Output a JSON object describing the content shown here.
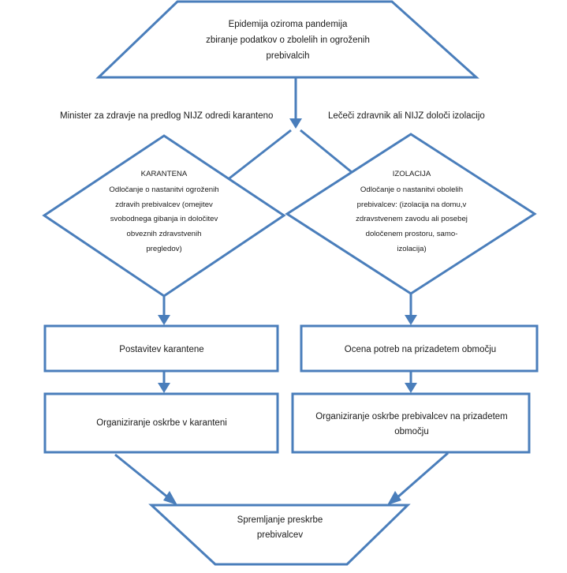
{
  "diagram": {
    "title_text": "Epidemija oziroma pandemija zbiranje podatkov o zbolelih in ogroženih prebivalcih",
    "accent_color": "#4A7EBB",
    "text_color": "#1a1a1a",
    "background_color": "#ffffff",
    "nodes": {
      "start_trapezoid": {
        "shape": "trapezoid",
        "text": "Epidemija oziroma pandemija\nzbiranje podatkov o zbolelih in ogroženih\nprebivalcih"
      },
      "diamond_quarantine": {
        "shape": "diamond",
        "title": "KARANTENA",
        "body": "Odločanje o nastanitvi ogroženih\nzdravih prebivalcev (omejitev\nsvobodnega gibanja in določitev\nobveznih zdravstvenih\npregledov)"
      },
      "diamond_isolation": {
        "shape": "diamond",
        "title": "IZOLACIJA",
        "body": "Odločanje o nastanitvi obolelih\nprebivalcev: (izolacija na domu,v\nzdravstvenem zavodu ali posebej\ndoločenem prostoru, samo-\nizolacija)"
      },
      "rect_left_1": {
        "shape": "rectangle",
        "text": "Postavitev karantene"
      },
      "rect_left_2": {
        "shape": "rectangle",
        "text": "Organiziranje oskrbe v karanteni"
      },
      "rect_right_1": {
        "shape": "rectangle",
        "text": "Ocena potreb na prizadetem območju"
      },
      "rect_right_2": {
        "shape": "rectangle",
        "text": "Organiziranje oskrbe prebivalcev na prizadetem\nobmočju"
      },
      "end_trapezoid": {
        "shape": "inverted-trapezoid",
        "text": "Spremljanje preskrbe\nprebivalcev"
      }
    },
    "edge_labels": {
      "left_branch": "Minister za zdravje na predlog NIJZ odredi karanteno",
      "right_branch": "Lečeči zdravnik ali NIJZ določi izolacijo"
    },
    "connectors": [
      {
        "name": "start-to-split",
        "from": "start_trapezoid",
        "to": "branch-point"
      },
      {
        "name": "split-to-quarantine",
        "from": "branch-point",
        "to": "diamond_quarantine"
      },
      {
        "name": "split-to-isolation",
        "from": "branch-point",
        "to": "diamond_isolation"
      },
      {
        "name": "quarantine-to-rect-left-1",
        "from": "diamond_quarantine",
        "to": "rect_left_1"
      },
      {
        "name": "isolation-to-rect-right-1",
        "from": "diamond_isolation",
        "to": "rect_right_1"
      },
      {
        "name": "rect-left-1-to-left-2",
        "from": "rect_left_1",
        "to": "rect_left_2"
      },
      {
        "name": "rect-right-1-to-right-2",
        "from": "rect_right_1",
        "to": "rect_right_2"
      },
      {
        "name": "rect-left-2-to-end",
        "from": "rect_left_2",
        "to": "end_trapezoid"
      },
      {
        "name": "rect-right-2-to-end",
        "from": "rect_right_2",
        "to": "end_trapezoid"
      }
    ]
  }
}
